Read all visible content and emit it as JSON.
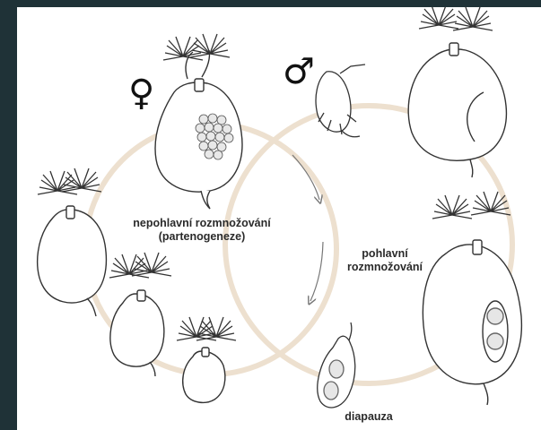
{
  "diagram": {
    "labels": {
      "asexual_line1": "nepohlavní rozmnožování",
      "asexual_line2": "(partenogeneze)",
      "sexual_line1": "pohlavní",
      "sexual_line2": "rozmnožování",
      "diapause": "diapauza"
    },
    "symbols": {
      "female": "♀",
      "male": "♂"
    },
    "colors": {
      "cycle_ring": "#ede0cf",
      "ink": "#333333",
      "frame": "#1f3237",
      "background": "#ffffff"
    }
  }
}
